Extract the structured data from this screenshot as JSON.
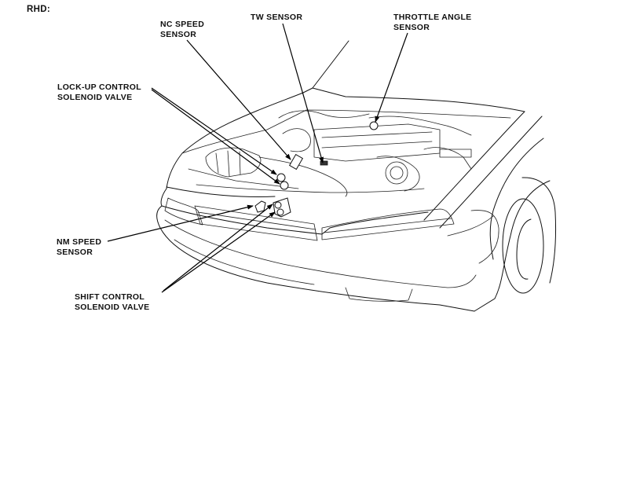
{
  "diagram": {
    "heading": "RHD:",
    "subject": "Car front with open hood, engine compartment sensor locations",
    "labels": {
      "nc_speed_sensor": {
        "line1": "NC SPEED",
        "line2": "SENSOR"
      },
      "tw_sensor": {
        "line1": "TW SENSOR"
      },
      "throttle_angle_sensor": {
        "line1": "THROTTLE ANGLE",
        "line2": "SENSOR"
      },
      "lockup_control_solenoid_valve": {
        "line1": "LOCK-UP CONTROL",
        "line2": "SOLENOID VALVE"
      },
      "nm_speed_sensor": {
        "line1": "NM SPEED",
        "line2": "SENSOR"
      },
      "shift_control_solenoid_valve": {
        "line1": "SHIFT CONTROL",
        "line2": "SOLENOID VALVE"
      }
    },
    "colors": {
      "line": "#111111",
      "background": "#ffffff"
    }
  }
}
